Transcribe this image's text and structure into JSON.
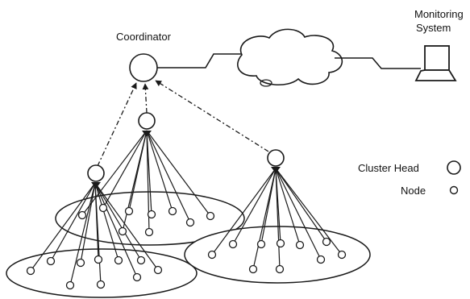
{
  "labels": {
    "coordinator": "Coordinator",
    "monitoring_line1": "Monitoring",
    "monitoring_line2": "System"
  },
  "legend": {
    "cluster_head": "Cluster Head",
    "node": "Node"
  },
  "colors": {
    "stroke": "#1a1a1a",
    "background": "#ffffff"
  }
}
